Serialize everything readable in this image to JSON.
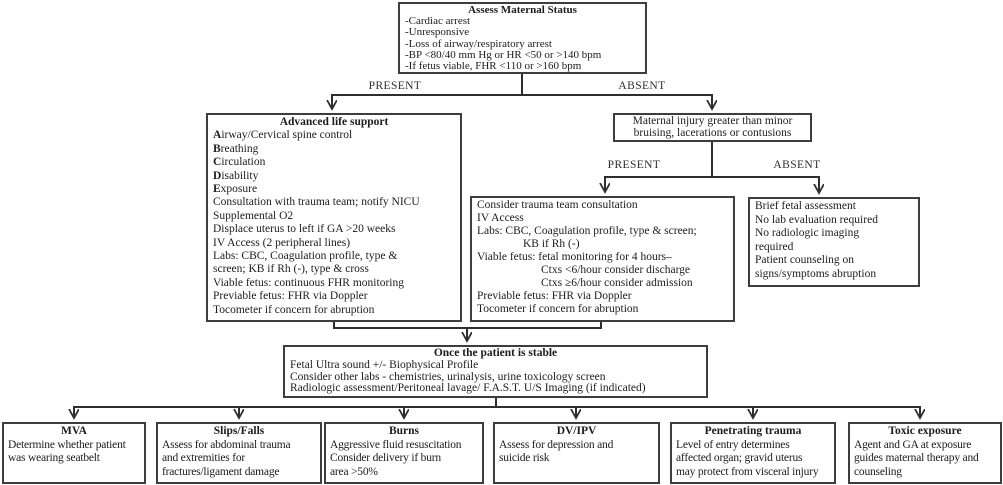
{
  "colors": {
    "ink": "#1c1c1c",
    "border": "#3d3d3d",
    "background": "#ffffff"
  },
  "assess": {
    "title": "Assess Maternal Status",
    "lines": [
      "-Cardiac arrest",
      "-Unresponsive",
      "-Loss of airway/respiratory arrest",
      "-BP <80/40 mm Hg or HR <50 or >140 bpm",
      "-If fetus viable, FHR <110 or >160 bpm"
    ]
  },
  "branch_top": {
    "present": "PRESENT",
    "absent": "ABSENT"
  },
  "als": {
    "title": "Advanced life support",
    "lines": [
      "Airway/Cervical spine control",
      "Breathing",
      "Circulation",
      "Disability",
      "Exposure",
      "Consultation with trauma team; notify NICU",
      "Supplemental O2",
      "Displace uterus to left if GA >20 weeks",
      "IV Access (2 peripheral lines)",
      "Labs: CBC, Coagulation profile, type &",
      "screen; KB if Rh (-), type & cross",
      "Viable fetus: continuous FHR monitoring",
      "Previable fetus: FHR via Doppler",
      "Tocometer if concern for abruption"
    ]
  },
  "maternal_injury": {
    "lines": [
      "Maternal injury greater than minor",
      "bruising, lacerations or contusions"
    ]
  },
  "branch_injury": {
    "present": "PRESENT",
    "absent": "ABSENT"
  },
  "trauma_consult": {
    "lines": [
      "Consider trauma team consultation",
      "IV Access",
      "Labs: CBC, Coagulation profile, type & screen;",
      "KB if Rh (-)",
      "Viable fetus: fetal monitoring for 4 hours–",
      "Ctxs <6/hour consider discharge",
      "Ctxs ≥6/hour consider admission",
      "Previable fetus: FHR via Doppler",
      "Tocometer if concern for abruption"
    ]
  },
  "brief_fetal": {
    "lines": [
      "Brief fetal assessment",
      "No lab evaluation required",
      "No radiologic imaging",
      "required",
      "Patient counseling on",
      "signs/symptoms abruption"
    ]
  },
  "stable": {
    "title": "Once the patient is stable",
    "lines": [
      "Fetal Ultra sound +/- Biophysical Profile",
      "Consider other labs - chemistries, urinalysis, urine toxicology screen",
      "Radiologic assessment/Peritoneal lavage/ F.A.S.T. U/S Imaging (if indicated)"
    ]
  },
  "outcomes": [
    {
      "title": "MVA",
      "lines": [
        "Determine whether patient",
        "was wearing seatbelt"
      ]
    },
    {
      "title": "Slips/Falls",
      "lines": [
        "Assess for abdominal trauma",
        "and extremities for",
        "fractures/ligament damage"
      ]
    },
    {
      "title": "Burns",
      "lines": [
        "Aggressive fluid resuscitation",
        "Consider delivery if burn",
        "area >50%"
      ]
    },
    {
      "title": "DV/IPV",
      "lines": [
        "Assess for depression and",
        "suicide risk"
      ]
    },
    {
      "title": "Penetrating trauma",
      "lines": [
        "Level of entry determines",
        "affected organ; gravid uterus",
        "may protect from visceral injury"
      ]
    },
    {
      "title": "Toxic exposure",
      "lines": [
        "Agent and GA at exposure",
        "guides maternal therapy and",
        "counseling"
      ]
    }
  ]
}
